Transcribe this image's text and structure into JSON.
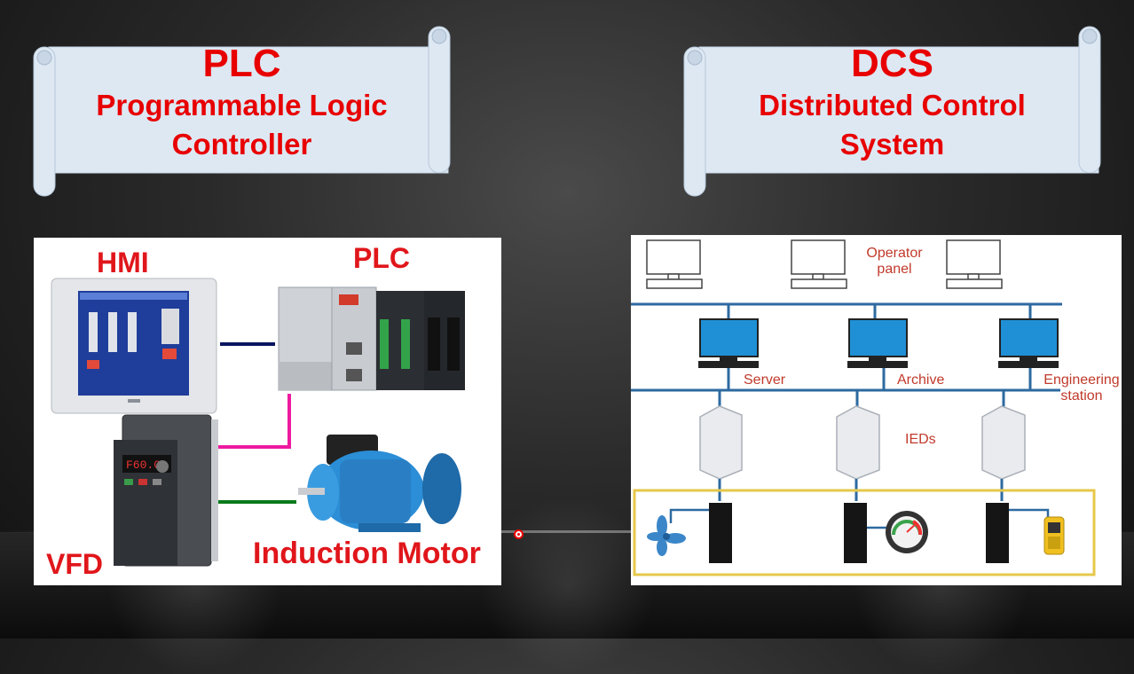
{
  "plc_banner": {
    "title": "PLC",
    "line1": "Programmable Logic",
    "line2": "Controller"
  },
  "dcs_banner": {
    "title": "DCS",
    "line1": "Distributed Control",
    "line2": "System"
  },
  "plc_diagram": {
    "hmi_label": "HMI",
    "plc_label": "PLC",
    "vfd_label": "VFD",
    "motor_label": "Induction Motor",
    "link_colors": {
      "hmi_plc": "#0a1660",
      "vfd_plc": "#ee1aa0",
      "vfd_motor": "#0a7a1a"
    }
  },
  "dcs_diagram": {
    "operator_panel_line1": "Operator",
    "operator_panel_line2": "panel",
    "server": "Server",
    "archive": "Archive",
    "engineering_line1": "Engineering",
    "engineering_line2": "station",
    "ieds": "IEDs",
    "field_box_color": "#e6c84a",
    "bus_color": "#2d6aa0"
  },
  "colors": {
    "banner_fill": "#dde8f3",
    "title_red": "#e80000",
    "label_red": "#e0161b"
  }
}
